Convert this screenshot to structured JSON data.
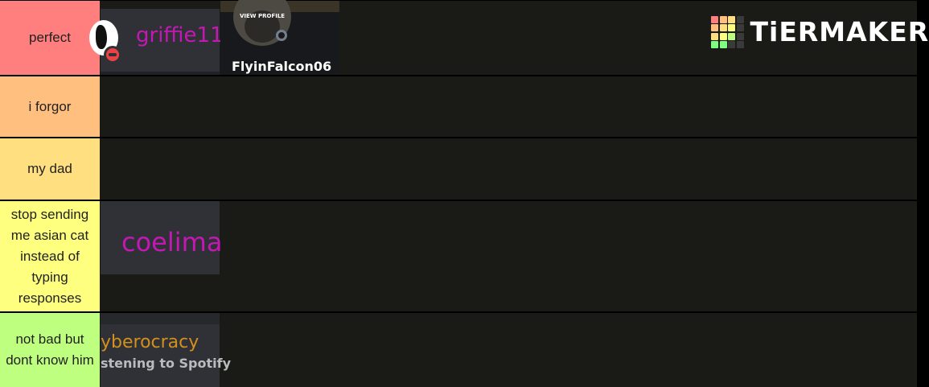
{
  "brand": {
    "logo_text": "TiERMAKER",
    "grid_colors": [
      "#ff7f7f",
      "#ffbf7f",
      "#ffdf7f",
      "#3a3a3a",
      "#ffbf7f",
      "#ffdf7f",
      "#ffff7f",
      "#3a3a3a",
      "#ffdf7f",
      "#ffff7f",
      "#bfff7f",
      "#3a3a3a",
      "#7fff7f",
      "#7fff7f",
      "#3a3a3a",
      "#3a3a3a"
    ]
  },
  "tiers": [
    {
      "label": "perfect",
      "color": "#ff7f7f",
      "items": [
        {
          "name": "griffie11",
          "text_color": "#c418b4"
        },
        {
          "name": "FlyinFalcon06",
          "badge": "VIEW PROFILE",
          "text_color": "#ffffff"
        }
      ]
    },
    {
      "label": "i forgor",
      "color": "#ffbf7f",
      "items": []
    },
    {
      "label": "my dad",
      "color": "#ffdf7f",
      "items": []
    },
    {
      "label": "stop sending me asian cat instead of typing responses",
      "color": "#ffff7f",
      "items": [
        {
          "name": "coelima",
          "text_color": "#c418b4"
        }
      ]
    },
    {
      "label": "not bad but dont know him",
      "color": "#bfff7f",
      "items": [
        {
          "name": "yberocracy",
          "status": "stening to Spotify",
          "text_color": "#d2901c"
        }
      ]
    }
  ]
}
